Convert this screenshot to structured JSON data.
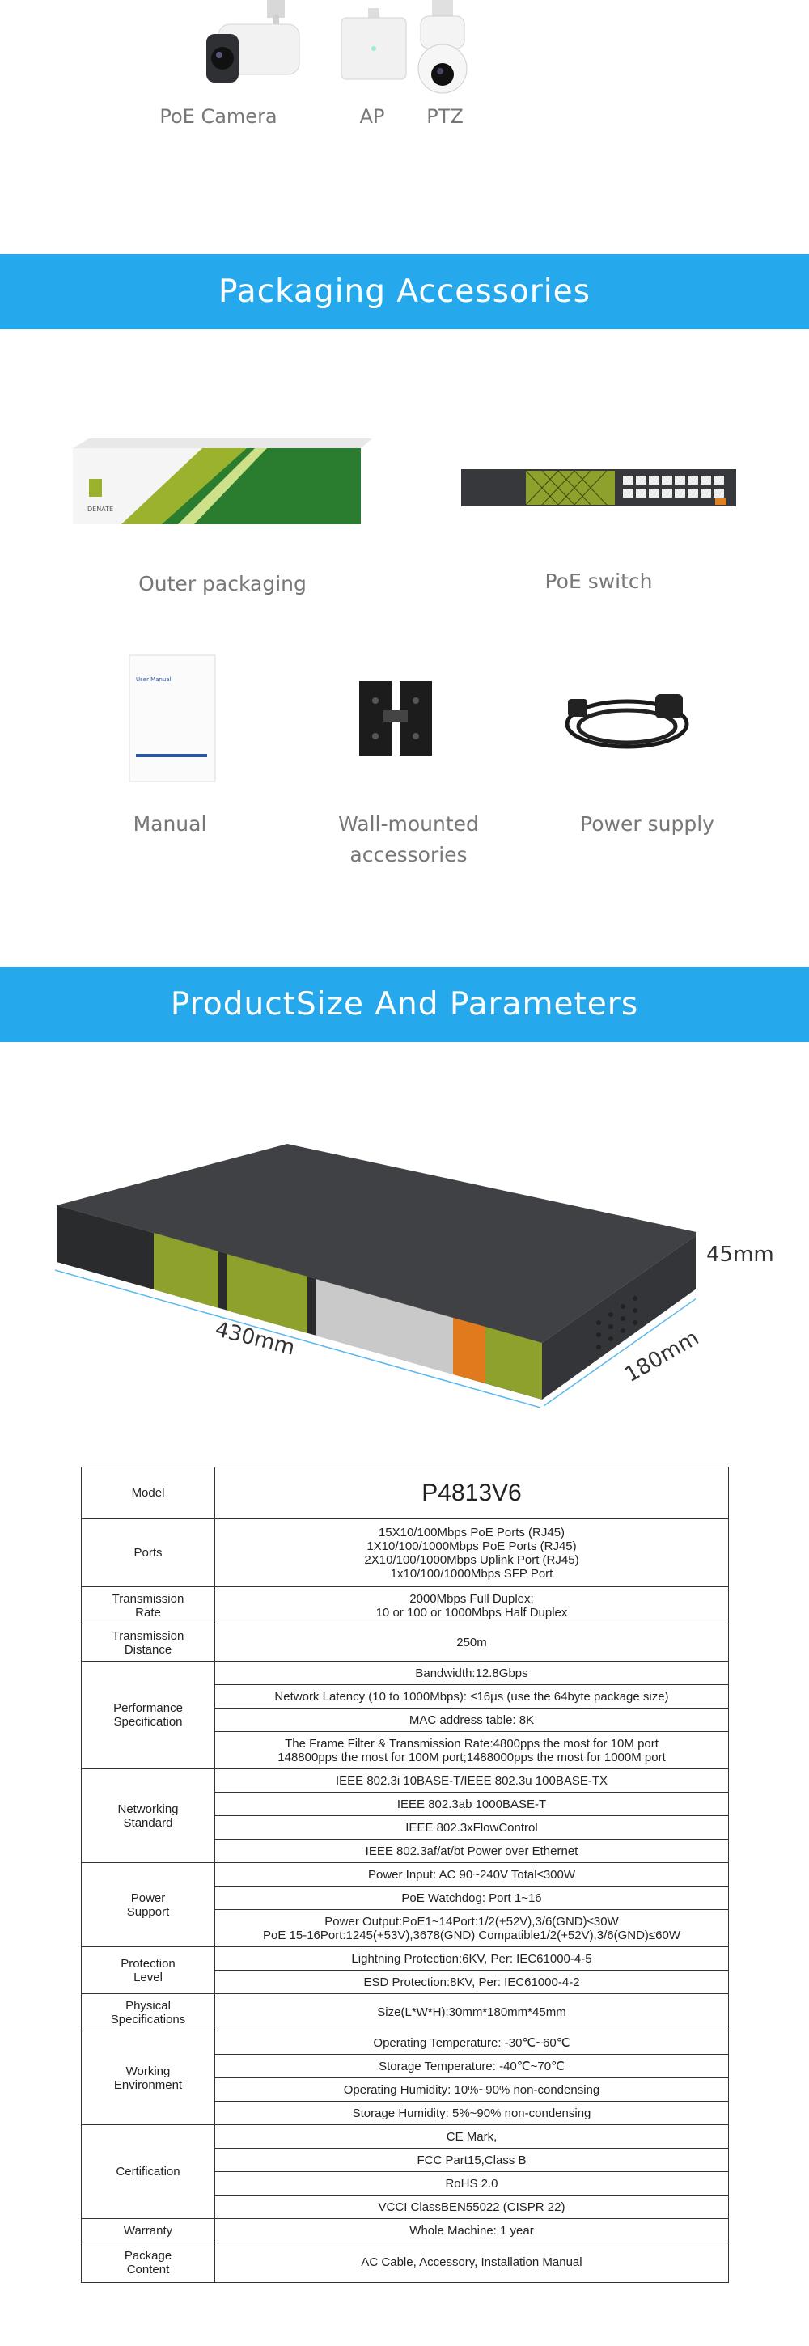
{
  "devices": {
    "items": [
      {
        "label": "PoE Camera",
        "icon": "poe-camera-icon"
      },
      {
        "label": "AP",
        "icon": "access-point-icon"
      },
      {
        "label": "PTZ",
        "icon": "ptz-camera-icon"
      }
    ]
  },
  "packaging": {
    "title": "Packaging Accessories",
    "outer_packaging": "Outer packaging",
    "poe_switch": "PoE switch",
    "manual": "Manual",
    "manual_cover": "User Manual",
    "wall_mounted_1": "Wall-mounted",
    "wall_mounted_2": "accessories",
    "power_supply": "Power supply",
    "box_brand": "DENATE"
  },
  "size": {
    "title": "ProductSize And Parameters",
    "height": "45mm",
    "width": "430mm",
    "depth": "180mm"
  },
  "specs": {
    "model_label": "Model",
    "model_value": "P4813V6",
    "ports_label": "Ports",
    "ports": [
      "15X10/100Mbps PoE Ports (RJ45)",
      "1X10/100/1000Mbps PoE Ports (RJ45)",
      "2X10/100/1000Mbps Uplink Port (RJ45)",
      "1x10/100/1000Mbps SFP Port"
    ],
    "transmission_rate_label_1": "Transmission",
    "transmission_rate_label_2": "Rate",
    "transmission_rate_1": "2000Mbps Full Duplex;",
    "transmission_rate_2": "10 or 100 or 1000Mbps Half Duplex",
    "transmission_distance_label_1": "Transmission",
    "transmission_distance_label_2": "Distance",
    "transmission_distance": "250m",
    "performance_label_1": "Performance",
    "performance_label_2": "Specification",
    "bandwidth": "Bandwidth:12.8Gbps",
    "latency": "Network Latency (10 to 1000Mbps): ≤16μs (use the 64byte package size)",
    "mac": "MAC address table: 8K",
    "filter_1": "The Frame Filter & Transmission Rate:4800pps the most for 10M port",
    "filter_2": "148800pps the most for 100M port;1488000pps the most for 1000M port",
    "networking_label_1": "Networking",
    "networking_label_2": "Standard",
    "net_1": "IEEE 802.3i 10BASE-T/IEEE 802.3u 100BASE-TX",
    "net_2": "IEEE 802.3ab 1000BASE-T",
    "net_3": "IEEE 802.3xFlowControl",
    "net_4": "IEEE 802.3af/at/bt  Power over Ethernet",
    "power_label_1": "Power",
    "power_label_2": "Support",
    "power_input": "Power Input:  AC 90~240V Total≤300W",
    "poe_watchdog": "PoE Watchdog: Port 1~16",
    "power_output_1": "Power Output:PoE1~14Port:1/2(+52V),3/6(GND)≤30W",
    "power_output_2": "PoE 15-16Port:1245(+53V),3678(GND) Compatible1/2(+52V),3/6(GND)≤60W",
    "protection_label_1": "Protection",
    "protection_label_2": "Level",
    "lightning": "Lightning Protection:6KV, Per: IEC61000-4-5",
    "esd": "ESD Protection:8KV, Per: IEC61000-4-2",
    "physical_label_1": "Physical",
    "physical_label_2": "Specifications",
    "physical": "Size(L*W*H):30mm*180mm*45mm",
    "environment_label_1": "Working",
    "environment_label_2": "Environment",
    "op_temp": "Operating Temperature: -30℃~60℃",
    "st_temp": "Storage Temperature: -40℃~70℃",
    "op_hum": "Operating Humidity: 10%~90% non-condensing",
    "st_hum": "Storage Humidity: 5%~90% non-condensing",
    "cert_label": "Certification",
    "cert_1": "CE Mark,",
    "cert_2": "FCC Part15,Class B",
    "cert_3": "RoHS 2.0",
    "cert_4": "VCCI ClassBEN55022 (CISPR 22)",
    "warranty_label": "Warranty",
    "warranty": "Whole Machine: 1 year",
    "package_label_1": "Package",
    "package_label_2": "Content",
    "package": "AC  Cable, Accessory, Installation Manual"
  },
  "colors": {
    "banner": "#26a8ec",
    "accent_green": "#9ab22e",
    "device_body": "#3b3d40"
  }
}
